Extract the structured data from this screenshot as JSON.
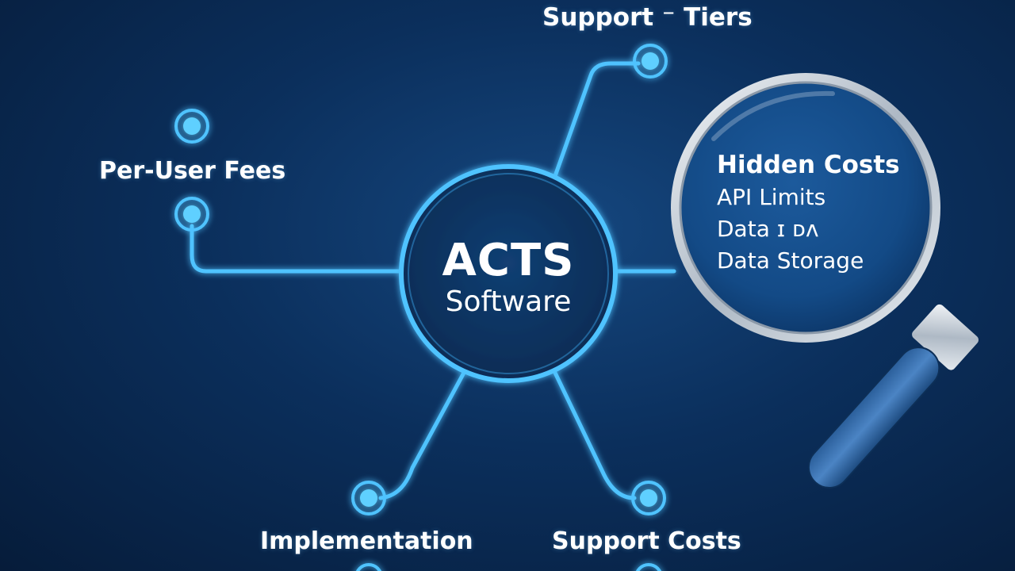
{
  "hub": {
    "title": "ACTS",
    "subtitle": "Software"
  },
  "nodes": {
    "top": "Support ⁻ Tiers",
    "left": "Per-User Fees",
    "bottom_left": "Implementation",
    "bottom_right": "Support Costs"
  },
  "magnifier": {
    "title": "Hidden Costs",
    "items": [
      "API Limits",
      "Data ɪ ᴅʌ",
      "Data Storage"
    ]
  },
  "colors": {
    "background": "#0b2f5c",
    "glow": "#4fc3ff",
    "text": "#ffffff"
  }
}
